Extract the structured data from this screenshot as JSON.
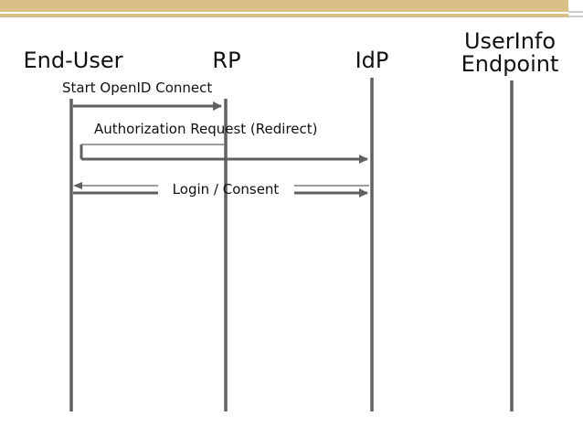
{
  "slide": {
    "accent_color": "#d9c086",
    "line_color": "#606060"
  },
  "actors": [
    {
      "id": "end-user",
      "label_lines": [
        "End-User"
      ]
    },
    {
      "id": "rp",
      "label_lines": [
        "RP"
      ]
    },
    {
      "id": "idp",
      "label_lines": [
        "IdP"
      ]
    },
    {
      "id": "userinfo",
      "label_lines": [
        "UserInfo",
        "Endpoint"
      ]
    }
  ],
  "messages": [
    {
      "id": "start-openid-connect",
      "label": "Start OpenID Connect",
      "from": "end-user",
      "to": "rp"
    },
    {
      "id": "authorization-request",
      "label": "Authorization Request (Redirect)",
      "from": "rp",
      "to": "idp",
      "via": "end-user"
    },
    {
      "id": "login-consent",
      "label": "Login / Consent",
      "between": [
        "end-user",
        "idp"
      ]
    }
  ]
}
